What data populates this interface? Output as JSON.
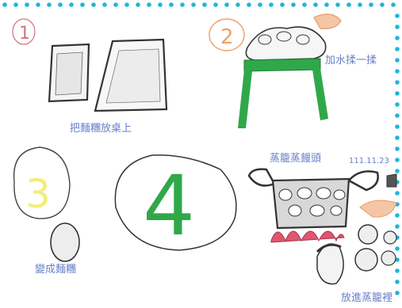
{
  "colors": {
    "border_dots": "#1fb6d8",
    "pencil": "#444444",
    "crayon_green": "#2fa84a",
    "crayon_pink": "#e0566f",
    "crayon_orange": "#f0a066",
    "crayon_yellow": "#f3ee7a",
    "crayon_blue_text": "#6a7fc9"
  },
  "steps": [
    {
      "number": "1",
      "caption": "把麵糰放桌上"
    },
    {
      "number": "2",
      "caption": "加水揉一揉"
    },
    {
      "number": "3",
      "caption": "變成麵糰"
    },
    {
      "number": "4",
      "caption": ""
    }
  ],
  "result": {
    "title": "蒸籠蒸饅頭",
    "date": "111.11.23",
    "caption": "放進蒸籠裡"
  }
}
